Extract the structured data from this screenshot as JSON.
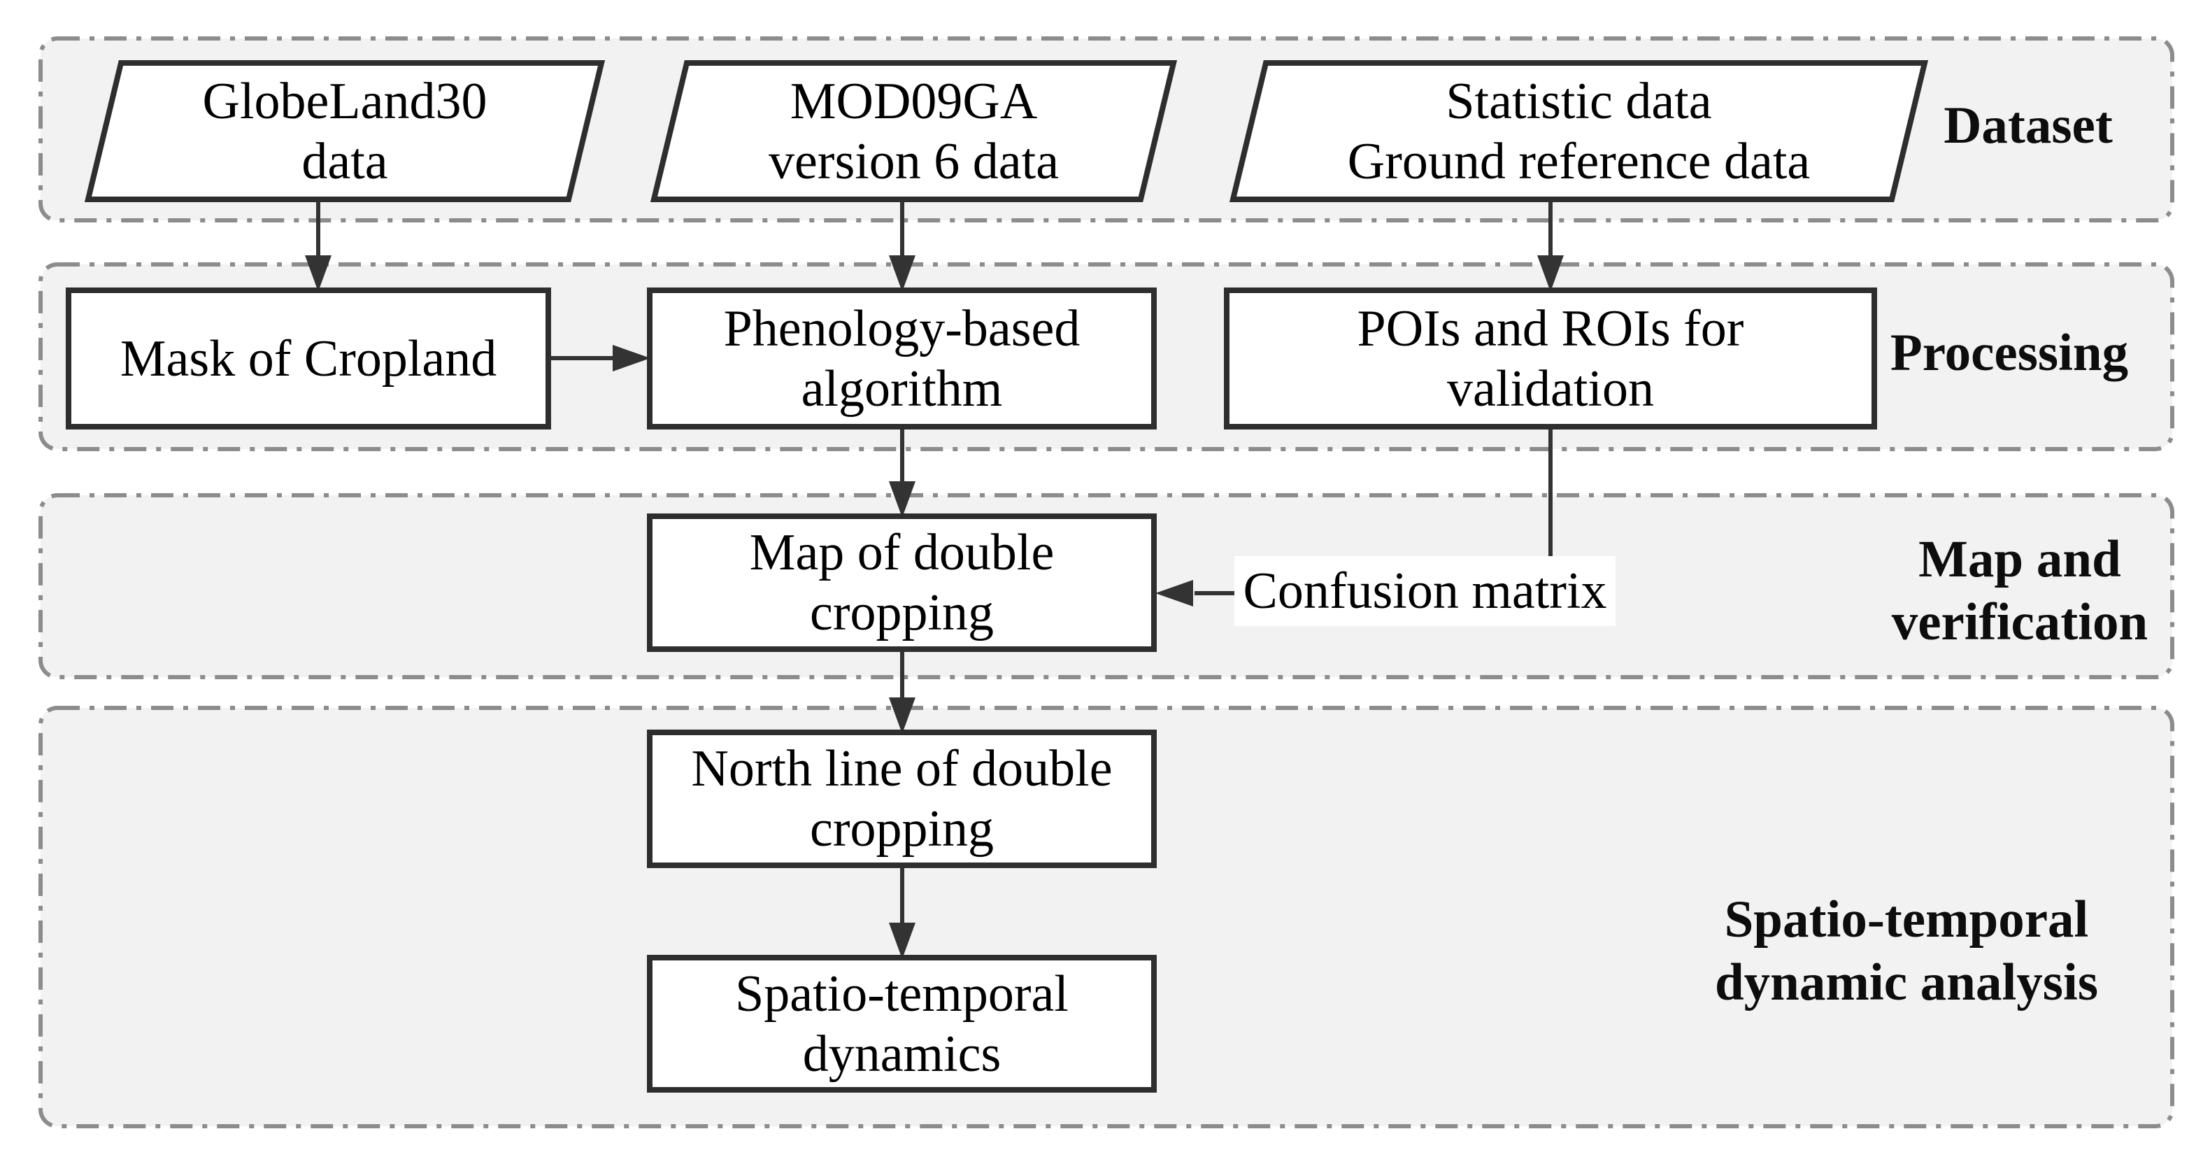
{
  "colors": {
    "band_fill": "#f2f2f2",
    "band_border": "#8c8c8c",
    "node_fill": "#ffffff",
    "node_border": "#2e2e2e",
    "arrow": "#333333",
    "text": "#000000"
  },
  "bands": [
    {
      "label": "Dataset"
    },
    {
      "label": "Processing"
    },
    {
      "label": "Map and\nverification"
    },
    {
      "label": "Spatio-temporal\ndynamic analysis"
    }
  ],
  "nodes": {
    "globeland30": "GlobeLand30\ndata",
    "mod09ga": "MOD09GA\nversion 6 data",
    "statistic": "Statistic data\nGround reference data",
    "mask_cropland": "Mask of Cropland",
    "phenology": "Phenology-based\nalgorithm",
    "pois_rois": "POIs and ROIs for\nvalidation",
    "map_double_cropping": "Map of double\ncropping",
    "confusion_matrix": "Confusion matrix",
    "north_line": "North line of double\ncropping",
    "spatio_dynamics": "Spatio-temporal\ndynamics"
  }
}
